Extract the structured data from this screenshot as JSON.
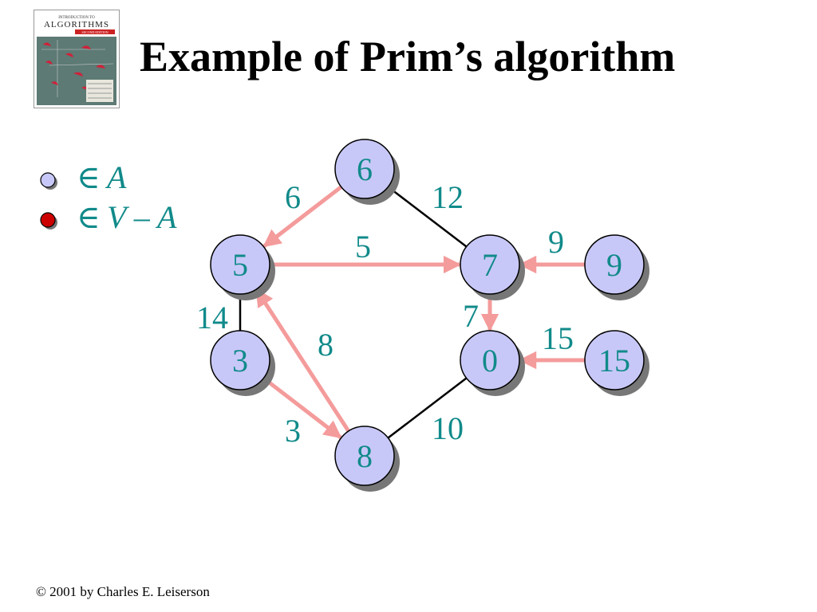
{
  "title": "Example of Prim’s algorithm",
  "footer": "© 2001 by Charles E. Leiserson",
  "book_cover": {
    "top_line": "INTRODUCTION TO",
    "title": "ALGORITHMS",
    "edition": "SECOND EDITION"
  },
  "legend": [
    {
      "symbol": "∈",
      "set": "A",
      "color": "#c8c8f8"
    },
    {
      "symbol": "∈",
      "set": "V – A",
      "color": "#cc0000"
    }
  ],
  "colors": {
    "vertex_fill": "#c8c8f8",
    "label_teal": "#118a8a",
    "tree_edge": "#f49b9b",
    "plain_edge": "#000000"
  },
  "vertices": [
    {
      "id": "top",
      "label": "6"
    },
    {
      "id": "left",
      "label": "5"
    },
    {
      "id": "mid",
      "label": "7"
    },
    {
      "id": "right1",
      "label": "9"
    },
    {
      "id": "bottomleft",
      "label": "3"
    },
    {
      "id": "zero",
      "label": "0"
    },
    {
      "id": "right2",
      "label": "15"
    },
    {
      "id": "bottom",
      "label": "8"
    }
  ],
  "edges": [
    {
      "from": "top",
      "to": "left",
      "weight": "6",
      "tree": true
    },
    {
      "from": "top",
      "to": "mid",
      "weight": "12",
      "tree": false
    },
    {
      "from": "left",
      "to": "mid",
      "weight": "5",
      "tree": true
    },
    {
      "from": "right1",
      "to": "mid",
      "weight": "9",
      "tree": true
    },
    {
      "from": "mid",
      "to": "zero",
      "weight": "7",
      "tree": true
    },
    {
      "from": "left",
      "to": "bottomleft",
      "weight": "14",
      "tree": false
    },
    {
      "from": "bottom",
      "to": "left",
      "weight": "8",
      "tree": true
    },
    {
      "from": "right2",
      "to": "zero",
      "weight": "15",
      "tree": true
    },
    {
      "from": "bottomleft",
      "to": "bottom",
      "weight": "3",
      "tree": true
    },
    {
      "from": "bottom",
      "to": "zero",
      "weight": "10",
      "tree": false
    }
  ]
}
